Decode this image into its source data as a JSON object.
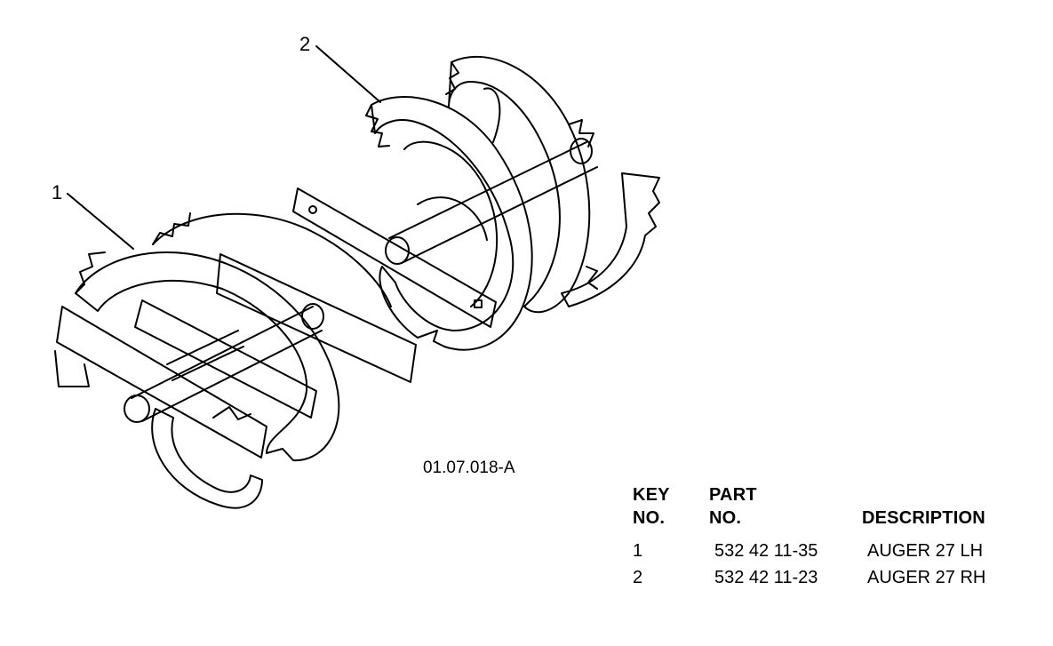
{
  "callouts": {
    "auger_lh": "1",
    "auger_rh": "2"
  },
  "drawing_id": "01.07.018-A",
  "parts_table": {
    "headers": {
      "key_no_line1": "KEY",
      "key_no_line2": "NO.",
      "part_no_line1": "PART",
      "part_no_line2": "NO.",
      "description": "DESCRIPTION"
    },
    "rows": [
      {
        "key": "1",
        "part_no": "532 42 11-35",
        "description": "AUGER 27 LH"
      },
      {
        "key": "2",
        "part_no": "532 42 11-23",
        "description": "AUGER 27 RH"
      }
    ]
  }
}
